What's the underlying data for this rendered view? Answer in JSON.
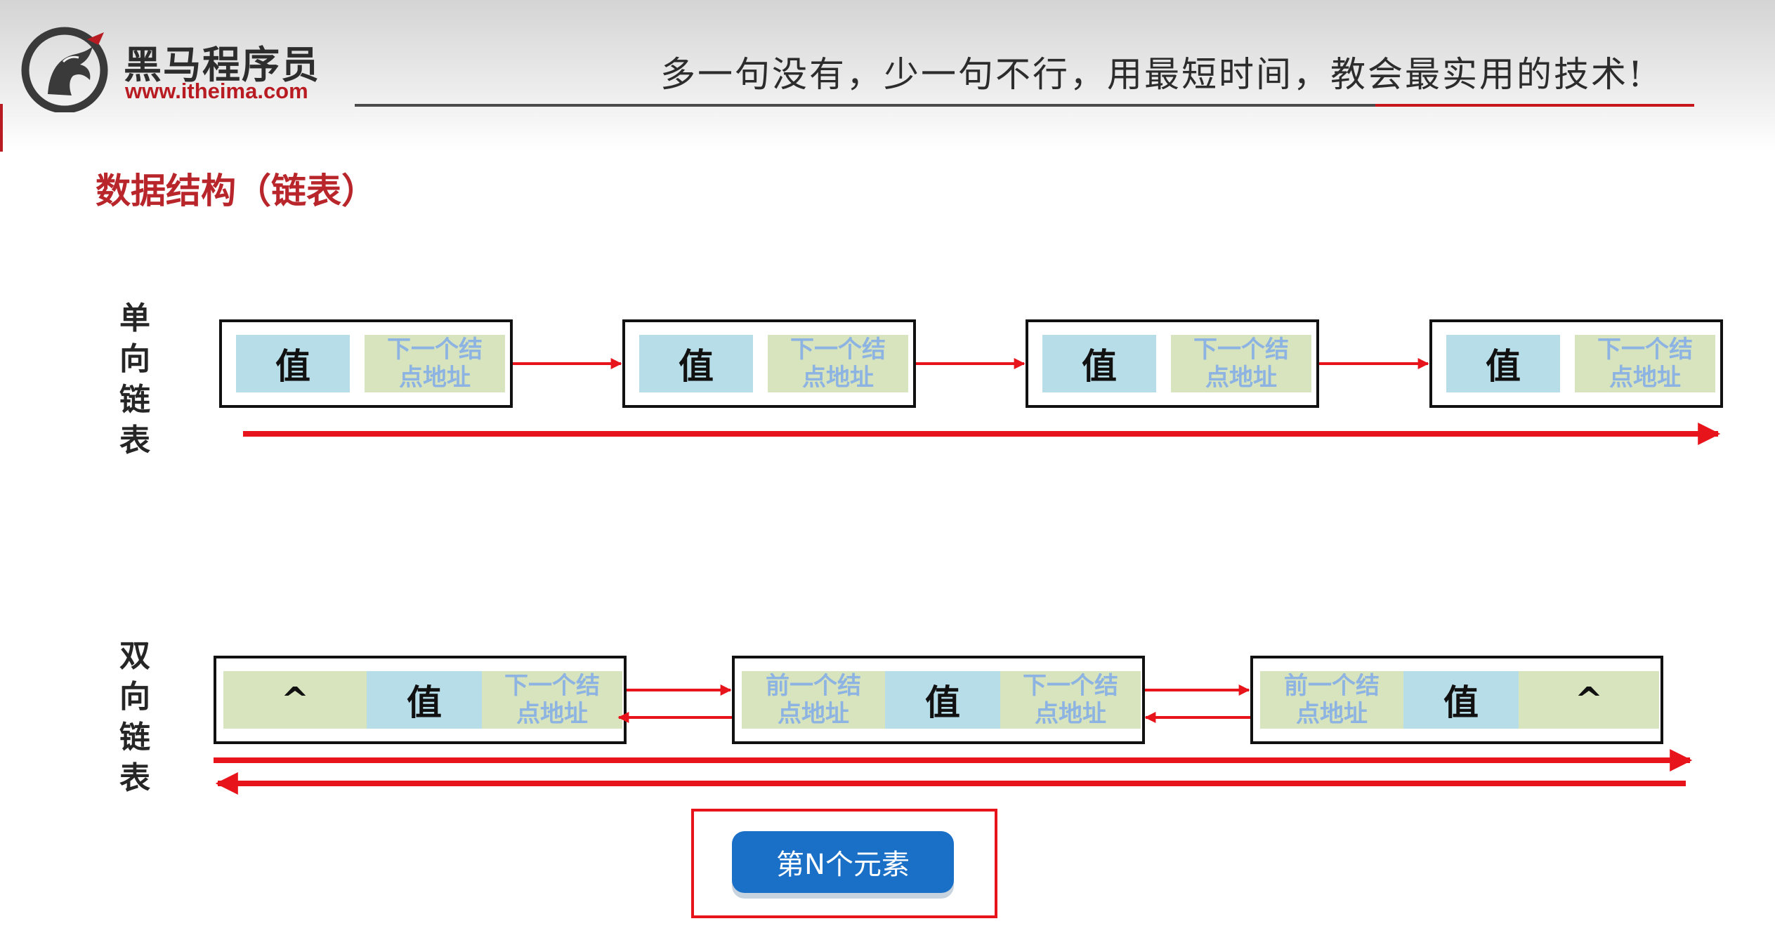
{
  "header": {
    "brand_name": "黑马程序员",
    "brand_url": "www.itheima.com",
    "slogan": "多一句没有，少一句不行，用最短时间，教会最实用的技术!"
  },
  "page_title": "数据结构（链表）",
  "colors": {
    "accent_red": "#c8161d",
    "value_cell": "#b7dde8",
    "pointer_cell": "#d7e4bd",
    "pointer_text": "#8db3e2",
    "button_blue": "#1a6fc6"
  },
  "singly_linked_list": {
    "label": [
      "单",
      "向",
      "链",
      "表"
    ],
    "nodes": [
      {
        "value": "值",
        "next": [
          "下一个结",
          "点地址"
        ]
      },
      {
        "value": "值",
        "next": [
          "下一个结",
          "点地址"
        ]
      },
      {
        "value": "值",
        "next": [
          "下一个结",
          "点地址"
        ]
      },
      {
        "value": "值",
        "next": [
          "下一个结",
          "点地址"
        ]
      }
    ]
  },
  "doubly_linked_list": {
    "label": [
      "双",
      "向",
      "链",
      "表"
    ],
    "nodes": [
      {
        "prev": [
          "^"
        ],
        "value": "值",
        "next": [
          "下一个结",
          "点地址"
        ]
      },
      {
        "prev": [
          "前一个结",
          "点地址"
        ],
        "value": "值",
        "next": [
          "下一个结",
          "点地址"
        ]
      },
      {
        "prev": [
          "前一个结",
          "点地址"
        ],
        "value": "值",
        "next": [
          "^"
        ]
      }
    ]
  },
  "nth_element_button": "第N个元素"
}
